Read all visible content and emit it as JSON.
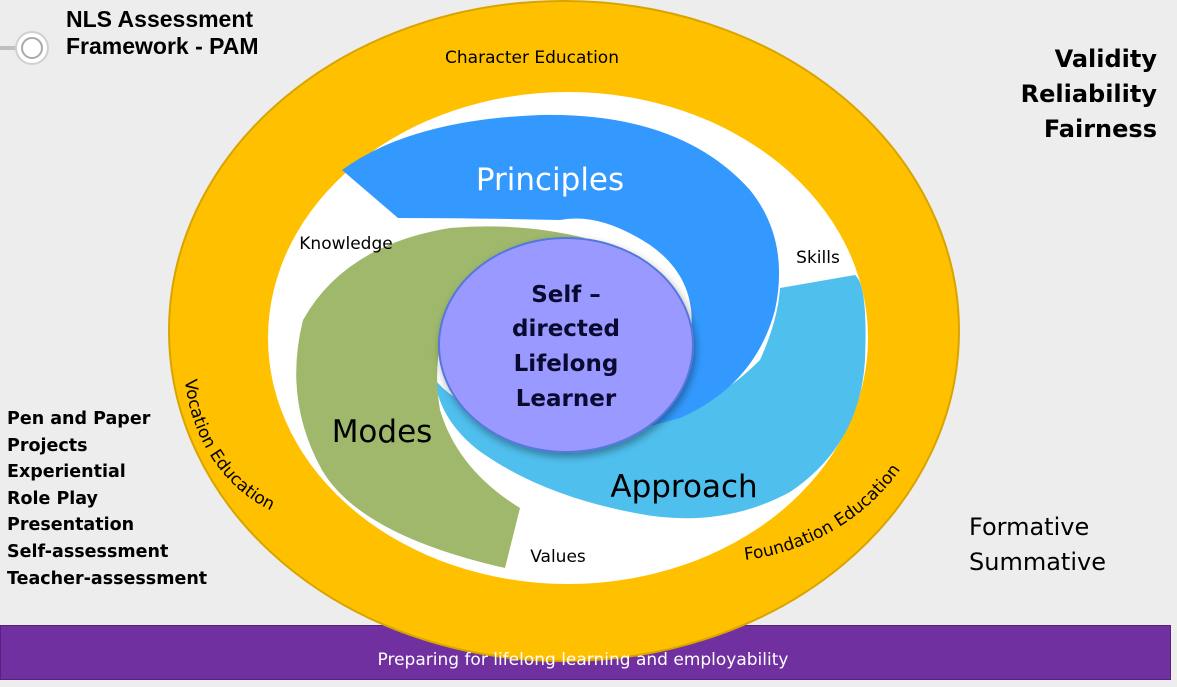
{
  "colors": {
    "background": "#eeedee",
    "outer_ring": "#ffc000",
    "principles": "#3399ff",
    "approach": "#4fbfee",
    "modes": "#9fb86b",
    "center": "#9999ff",
    "footer": "#7030a0"
  },
  "icons": {
    "menu_knob": "radio-knob-icon"
  },
  "title": {
    "line1": "NLS Assessment",
    "line2": "Framework - PAM"
  },
  "criteria": [
    "Validity",
    "Reliability",
    "Fairness"
  ],
  "outer_ring": {
    "top": "Character Education",
    "left": "Vocation Education",
    "right": "Foundation Education"
  },
  "labels": {
    "knowledge": "Knowledge",
    "skills": "Skills",
    "values": "Values"
  },
  "segments": {
    "principles": "Principles",
    "modes": "Modes",
    "approach": "Approach"
  },
  "center": {
    "lines": [
      "Self –",
      "directed",
      "Lifelong",
      "Learner"
    ]
  },
  "modes_list": [
    "Pen and Paper",
    "Projects",
    "Experiential",
    "Role Play",
    "Presentation",
    "Self-assessment",
    "Teacher-assessment"
  ],
  "assessment_types": [
    "Formative",
    "Summative"
  ],
  "footer": {
    "text": "Preparing for lifelong learning and employability"
  }
}
